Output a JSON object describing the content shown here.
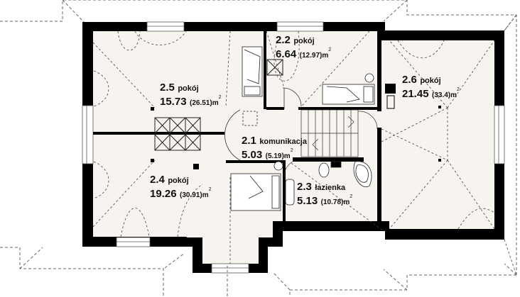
{
  "plan": {
    "colors": {
      "wall": "#000000",
      "floor": "#f7f3ef",
      "background": "#ffffff",
      "roof_line": "#777777",
      "dashed": "#555555"
    },
    "area_unit": "m",
    "area_unit_exp": "2",
    "rooms": [
      {
        "id": "2.5",
        "name": "pokój",
        "area": "15.73",
        "gross": "(26.51)"
      },
      {
        "id": "2.2",
        "name": "pokój",
        "area": "6.64",
        "gross": "(12.97)"
      },
      {
        "id": "2.6",
        "name": "pokój",
        "area": "21.45",
        "gross": "(33.4)"
      },
      {
        "id": "2.1",
        "name": "komunikacja",
        "area": "5.03",
        "gross": "(5.19)"
      },
      {
        "id": "2.4",
        "name": "pokój",
        "area": "19.26",
        "gross": "(30.91)"
      },
      {
        "id": "2.3",
        "name": "łazienka",
        "area": "5.13",
        "gross": "(10.78)"
      }
    ]
  }
}
